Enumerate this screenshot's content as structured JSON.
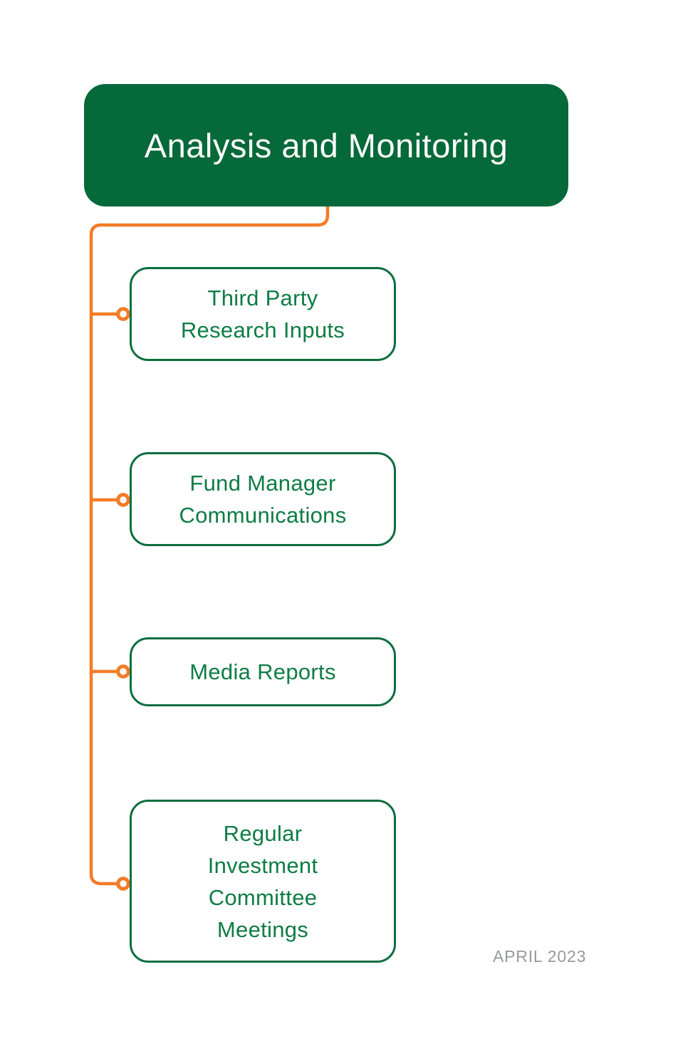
{
  "diagram": {
    "title": "Analysis and Monitoring",
    "nodes": [
      {
        "label": "Third Party\nResearch Inputs"
      },
      {
        "label": "Fund Manager\nCommunications"
      },
      {
        "label": "Media Reports"
      },
      {
        "label": "Regular\nInvestment\nCommittee\nMeetings"
      }
    ]
  },
  "page": {
    "footer": "APRIL 2023"
  },
  "icons": {
    "connector_dot": "circle-node-icon"
  },
  "colors": {
    "header_green": "#06693A",
    "node_border_green": "#0B6E3E",
    "node_text_green": "#0E7C45",
    "connector_orange": "#F47B25",
    "footer_gray": "#97999E",
    "background": "#FFFFFF"
  }
}
